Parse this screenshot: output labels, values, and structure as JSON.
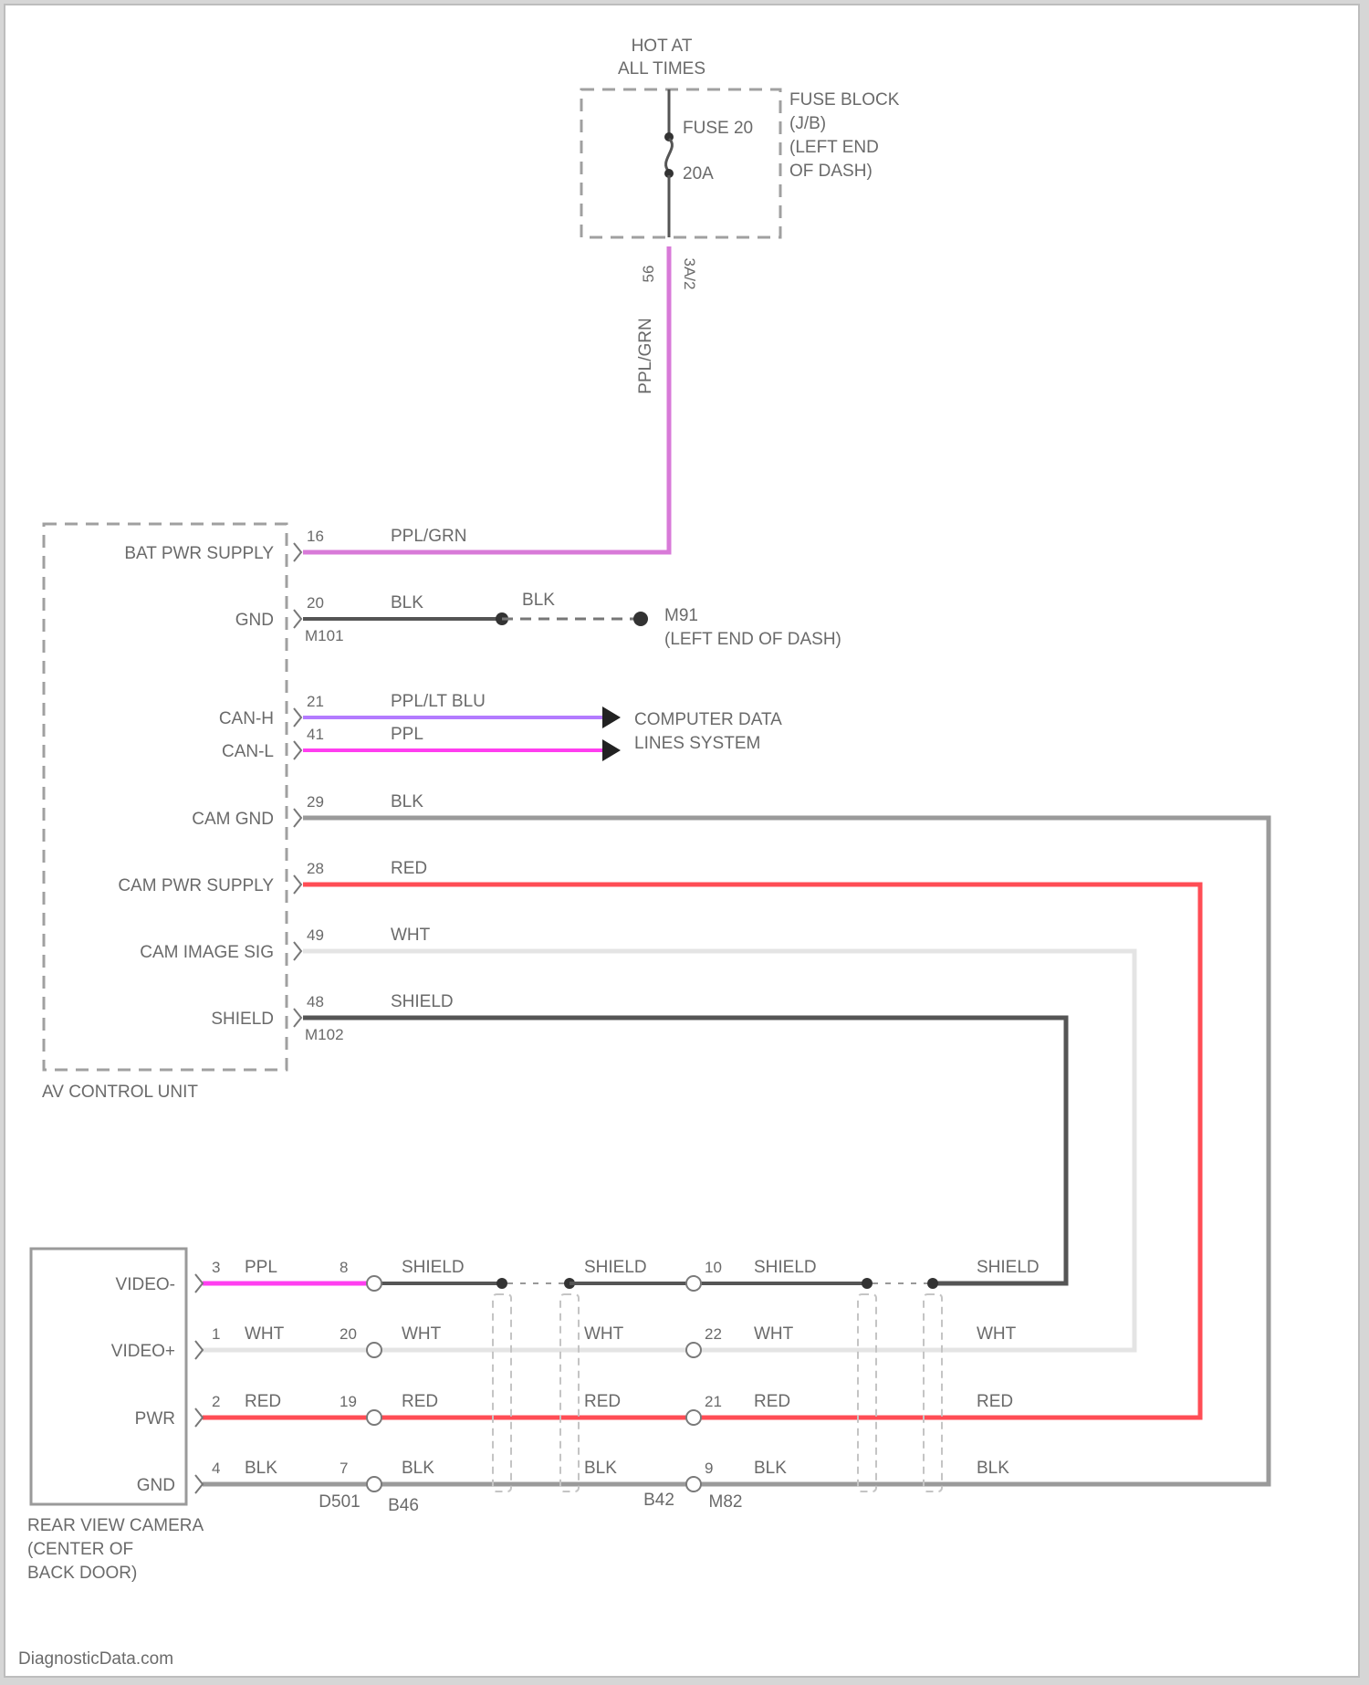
{
  "fuse": {
    "hot_line1": "HOT AT",
    "hot_line2": "ALL TIMES",
    "fuse_name": "FUSE 20",
    "fuse_rating": "20A",
    "block_line1": "FUSE BLOCK",
    "block_line2": "(J/B)",
    "block_line3": "(LEFT END",
    "block_line4": "OF DASH)",
    "out_pin": "56",
    "out_conn": "3A/2",
    "wire_vertical": "PPL/GRN"
  },
  "av_unit": {
    "name": "AV CONTROL UNIT",
    "pins": [
      {
        "label": "BAT PWR SUPPLY",
        "pin": "16",
        "wire": "PPL/GRN",
        "color": "#d87ad8"
      },
      {
        "label": "GND",
        "pin": "20",
        "wire": "BLK",
        "color": "#555555",
        "conn": "M101"
      },
      {
        "label": "CAN-H",
        "pin": "21",
        "wire": "PPL/LT BLU",
        "color": "#b37bff"
      },
      {
        "label": "CAN-L",
        "pin": "41",
        "wire": "PPL",
        "color": "#ff3ef0"
      },
      {
        "label": "CAM GND",
        "pin": "29",
        "wire": "BLK",
        "color": "#9a9a9a"
      },
      {
        "label": "CAM PWR SUPPLY",
        "pin": "28",
        "wire": "RED",
        "color": "#ff4d55"
      },
      {
        "label": "CAM IMAGE SIG",
        "pin": "49",
        "wire": "WHT",
        "color": "#dddddd"
      },
      {
        "label": "SHIELD",
        "pin": "48",
        "wire": "SHIELD",
        "color": "#555555",
        "conn": "M102"
      }
    ]
  },
  "ground": {
    "wire2": "BLK",
    "name": "M91",
    "location": "(LEFT END OF DASH)"
  },
  "can_dest": {
    "line1": "COMPUTER DATA",
    "line2": "LINES SYSTEM"
  },
  "camera": {
    "name1": "REAR VIEW CAMERA",
    "name2": "(CENTER OF",
    "name3": "BACK DOOR)",
    "rows": [
      {
        "label": "VIDEO-",
        "pin_a": "3",
        "wire_a": "PPL",
        "pin_b": "8",
        "wire_b": "SHIELD",
        "wire_c": "SHIELD",
        "pin_d": "10",
        "wire_d": "SHIELD",
        "wire_e": "SHIELD"
      },
      {
        "label": "VIDEO+",
        "pin_a": "1",
        "wire_a": "WHT",
        "pin_b": "20",
        "wire_b": "WHT",
        "wire_c": "WHT",
        "pin_d": "22",
        "wire_d": "WHT",
        "wire_e": "WHT"
      },
      {
        "label": "PWR",
        "pin_a": "2",
        "wire_a": "RED",
        "pin_b": "19",
        "wire_b": "RED",
        "wire_c": "RED",
        "pin_d": "21",
        "wire_d": "RED",
        "wire_e": "RED"
      },
      {
        "label": "GND",
        "pin_a": "4",
        "wire_a": "BLK",
        "pin_b": "7",
        "wire_b": "BLK",
        "wire_c": "BLK",
        "pin_d": "9",
        "wire_d": "BLK",
        "wire_e": "BLK"
      }
    ],
    "conn_d501": "D501",
    "conn_b46": "B46",
    "conn_b42": "B42",
    "conn_m82": "M82"
  },
  "footer": {
    "watermark": "DiagnosticData.com"
  }
}
